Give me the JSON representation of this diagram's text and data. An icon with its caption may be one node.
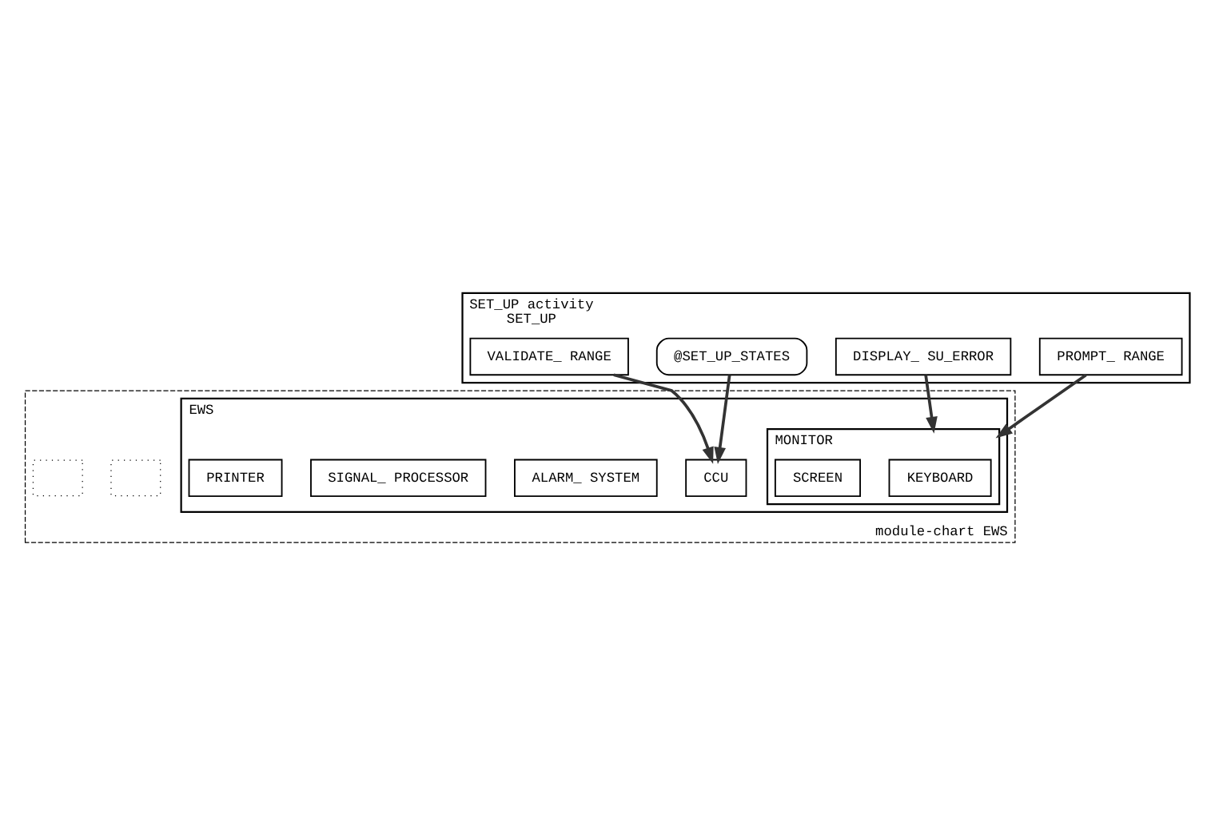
{
  "diagram": {
    "nodes": [
      {
        "text": [
          "SET_UP activity",
          "SET_UP"
        ]
      },
      {
        "text": [
          "PROMPT_ RANGE"
        ],
        "in": 0
      },
      {
        "text": [
          "@SET_UP_STATES"
        ],
        "in": 0
      },
      {
        "text": [
          "DISPLAY_ SU_ERROR"
        ],
        "in": 0
      },
      {
        "text": [
          "VALIDATE_ RANGE"
        ],
        "in": 0
      },
      {
        "text": [
          "module-chart EWS"
        ]
      },
      {
        "text": [
          "EWS"
        ],
        "in": 5
      },
      {
        "text": [
          "MONITOR"
        ],
        "in": 6
      },
      {
        "text": [
          "KEYBOARD"
        ],
        "in": 7
      },
      {
        "text": [
          "SCREEN"
        ],
        "in": 7
      },
      {
        "text": [
          "CCU"
        ],
        "in": 6
      },
      {
        "text": [
          "ALARM_ SYSTEM"
        ],
        "in": 6
      },
      {
        "text": [
          "SIGNAL_ PROCESSOR"
        ],
        "in": 6
      },
      {
        "text": [
          "PRINTER"
        ],
        "in": 6
      },
      {
        "text": [],
        "shape": "box",
        "in": 5
      },
      {
        "text": [],
        "shape": "box",
        "in": 5
      }
    ],
    "edges": [
      {
        "from": 1,
        "to": 7,
        "arrow": "to"
      },
      {
        "from": 3,
        "to": 7,
        "arrow": "to"
      },
      {
        "from": 2,
        "to": 10,
        "arrow": "to"
      },
      {
        "from": 4,
        "to": 10,
        "arrow": "to"
      }
    ]
  }
}
